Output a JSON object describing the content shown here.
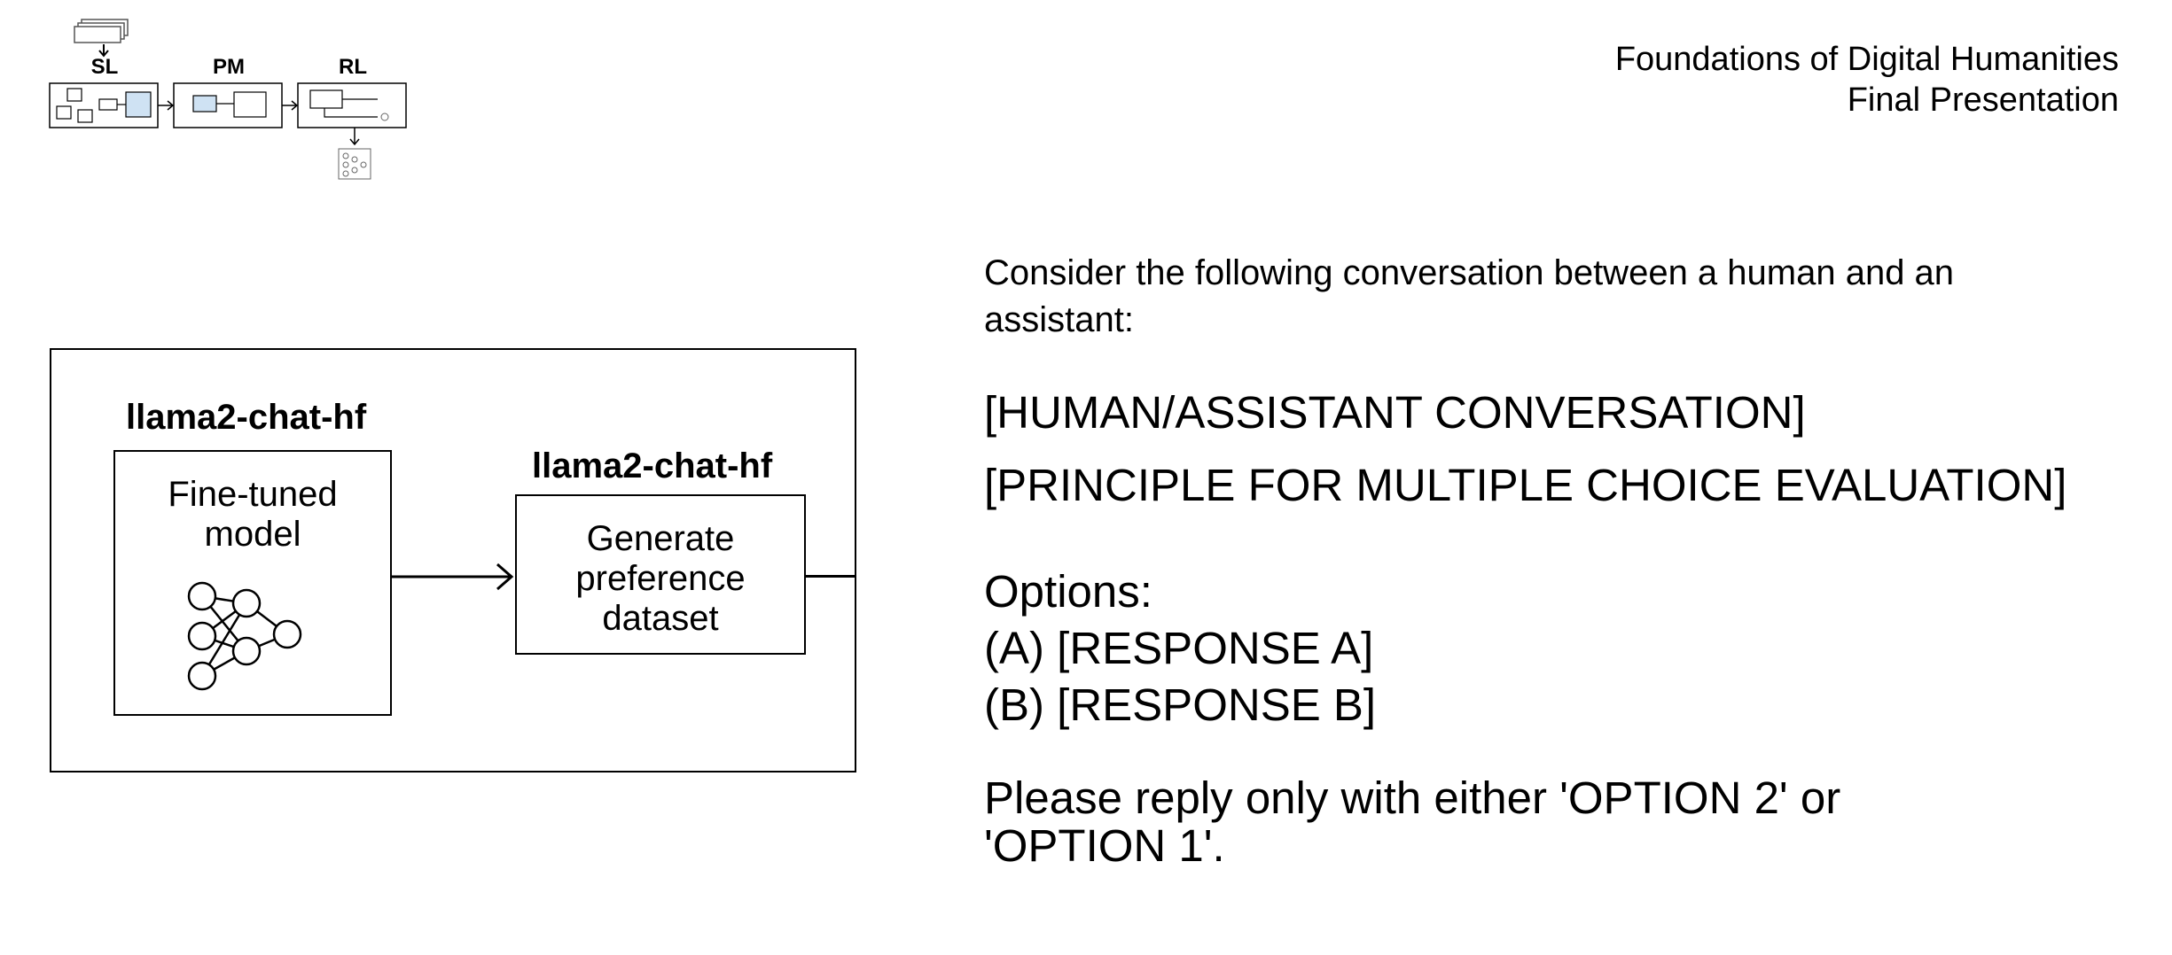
{
  "header": {
    "line1": "Foundations of Digital Humanities",
    "line2": "Final Presentation"
  },
  "mini_diagram": {
    "stages": [
      "SL",
      "PM",
      "RL"
    ]
  },
  "diagram": {
    "model_a_title": "llama2-chat-hf",
    "model_a_box_line1": "Fine-tuned",
    "model_a_box_line2": "model",
    "model_b_title": "llama2-chat-hf",
    "model_b_box_line1": "Generate",
    "model_b_box_line2": "preference",
    "model_b_box_line3": "dataset",
    "network_icon": "neural-network-icon"
  },
  "prompt": {
    "intro": "Consider the following conversation between a human and an assistant:",
    "conversation_placeholder": "[HUMAN/ASSISTANT CONVERSATION]",
    "principle_placeholder": "[PRINCIPLE FOR MULTIPLE CHOICE EVALUATION]",
    "options_label": "Options:",
    "option_a": "(A) [RESPONSE A]",
    "option_b": "(B) [RESPONSE B]",
    "reply_instruction": "Please reply only with either 'OPTION 2' or 'OPTION 1'."
  }
}
